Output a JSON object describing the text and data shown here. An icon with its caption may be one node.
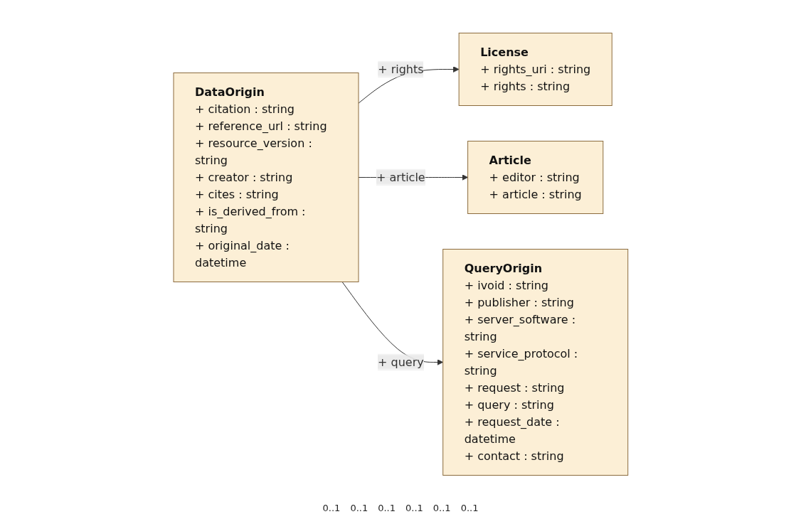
{
  "diagram": {
    "nodes": [
      {
        "text": [
          "License",
          "+ rights_uri : string",
          "+ rights : string"
        ]
      },
      {
        "text": [
          "DataOrigin",
          "+ citation : string",
          "+ reference_url : string",
          "+ resource_version : string",
          "+ creator : string",
          "+ cites : string",
          "+ is_derived_from : string",
          "+ original_date : datetime"
        ]
      },
      {
        "text": [
          "Article",
          "+ editor : string",
          "+ article : string"
        ]
      },
      {
        "text": [
          "QueryOrigin",
          "+ ivoid : string",
          "+ publisher : string",
          "+ server_software : string",
          "+ service_protocol : string",
          "+ request : string",
          "+ query : string",
          "+ request_date : datetime",
          "+ contact : string"
        ]
      }
    ],
    "edges": [
      {
        "from": 1,
        "to": 0,
        "arrow": "to",
        "label": "+ rights"
      },
      {
        "from": 1,
        "to": 2,
        "arrow": "to",
        "label": "+ article"
      },
      {
        "from": 1,
        "to": 3,
        "arrow": "to",
        "label": "+ query"
      }
    ],
    "labels": [
      "0..1",
      "0..1",
      "0..1",
      "0..1",
      "0..1",
      "0..1"
    ]
  }
}
